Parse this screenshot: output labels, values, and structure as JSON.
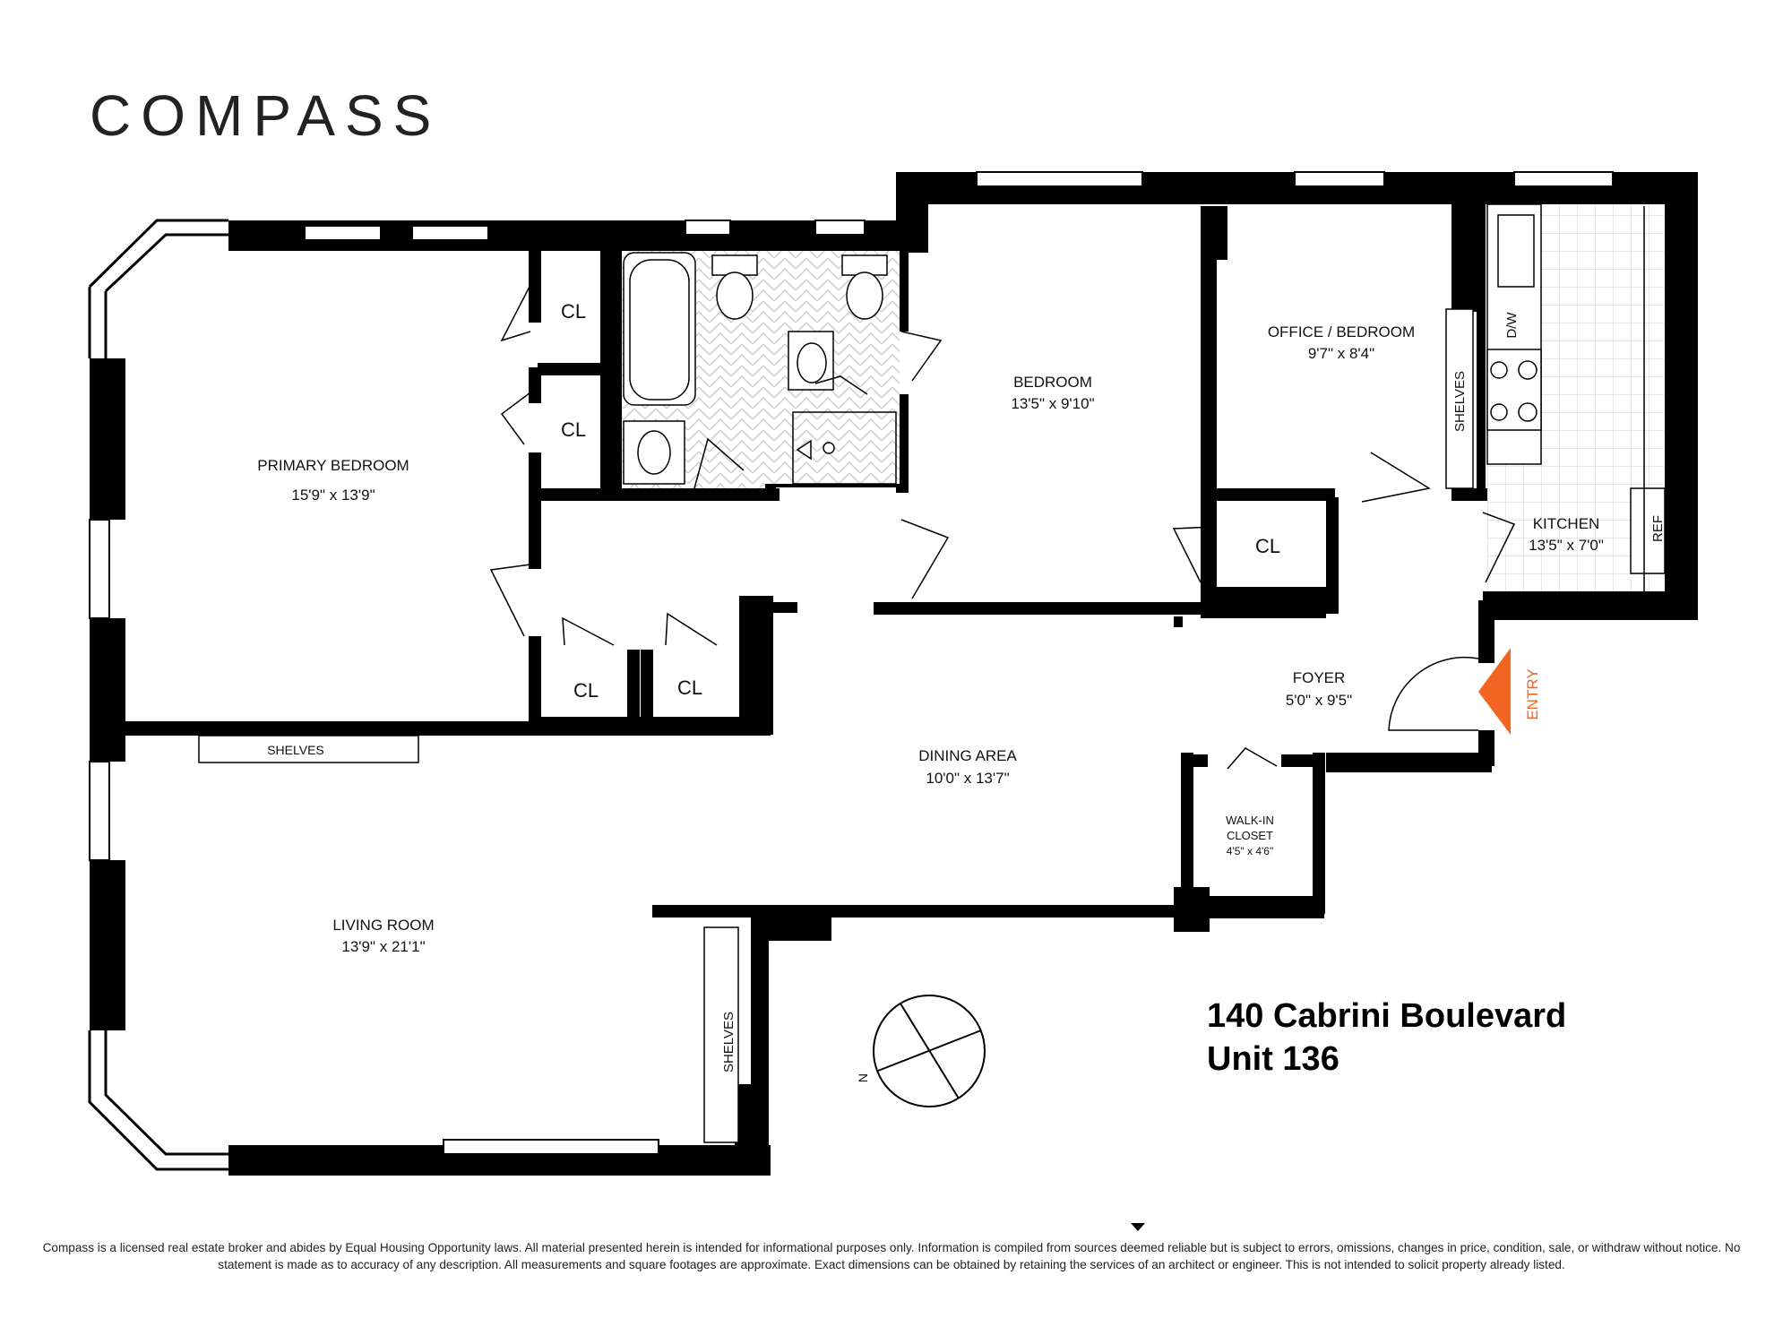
{
  "brand": {
    "logo_text": "COMPASS"
  },
  "property": {
    "address": "140 Cabrini Boulevard",
    "unit": "Unit 136"
  },
  "rooms": {
    "primary_bedroom": {
      "name": "PRIMARY BEDROOM",
      "dims": "15'9\" x 13'9\""
    },
    "bedroom": {
      "name": "BEDROOM",
      "dims": "13'5\" x 9'10\""
    },
    "office_bedroom": {
      "name": "OFFICE / BEDROOM",
      "dims": "9'7\" x 8'4\""
    },
    "kitchen": {
      "name": "KITCHEN",
      "dims": "13'5\" x 7'0\""
    },
    "foyer": {
      "name": "FOYER",
      "dims": "5'0\" x 9'5\""
    },
    "dining_area": {
      "name": "DINING AREA",
      "dims": "10'0\" x 13'7\""
    },
    "walk_in_closet": {
      "name_line1": "WALK-IN",
      "name_line2": "CLOSET",
      "dims": "4'5\" x 4'6\""
    },
    "living_room": {
      "name": "LIVING ROOM",
      "dims": "13'9\" x 21'1\""
    }
  },
  "labels": {
    "closet": "CL",
    "shelves": "SHELVES",
    "dishwasher": "D/W",
    "refrigerator": "REF",
    "entry": "ENTRY",
    "north": "N"
  },
  "colors": {
    "wall": "#000000",
    "entry_arrow": "#f26522",
    "tile": "#d9d9d9"
  },
  "disclaimer": "Compass is a licensed real estate broker and abides by Equal Housing Opportunity laws. All material presented herein is intended for informational purposes only. Information is compiled from sources deemed reliable but is subject to errors, omissions, changes in price, condition, sale, or withdraw without notice. No statement is made as to accuracy of any description. All measurements and square footages are approximate. Exact dimensions can be obtained by retaining the services of an architect or engineer. This is not intended to solicit property already listed."
}
